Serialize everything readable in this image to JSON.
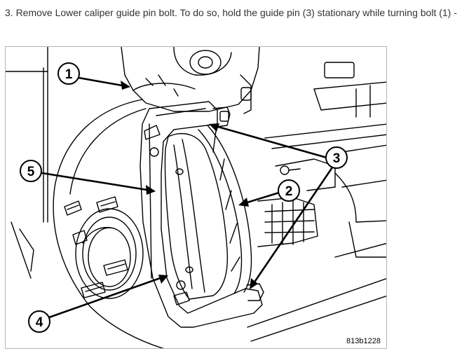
{
  "instruction": {
    "text": "3. Remove Lower caliper guide pin bolt. To do so, hold the guide pin (3) stationary while turning bolt (1) -"
  },
  "figure": {
    "figure_id": "813b1228",
    "callouts": [
      {
        "id": "1",
        "label": "1"
      },
      {
        "id": "2",
        "label": "2"
      },
      {
        "id": "3",
        "label": "3"
      },
      {
        "id": "4",
        "label": "4"
      },
      {
        "id": "5",
        "label": "5"
      }
    ]
  }
}
